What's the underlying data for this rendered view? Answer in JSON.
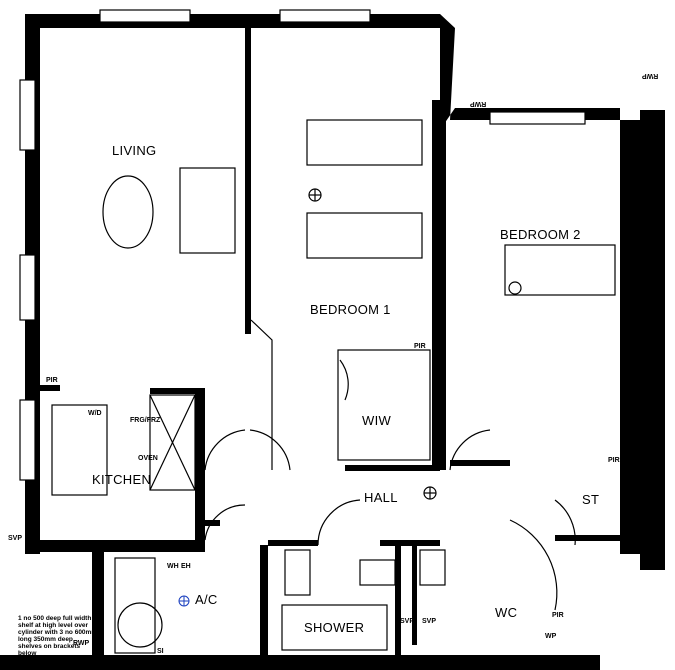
{
  "rooms": {
    "living": "LIVING",
    "bedroom1": "BEDROOM 1",
    "bedroom2": "BEDROOM 2",
    "wiw": "WIW",
    "kitchen": "KITCHEN",
    "hall": "HALL",
    "store": "ST",
    "airing_cupboard": "A/C",
    "shower": "SHOWER",
    "wc": "WC"
  },
  "annotations": {
    "pir": "PIR",
    "rwp": "RWP",
    "svp": "SVP",
    "wd": "W/D",
    "frg_frz": "FRG/FRZ",
    "oven": "OVEN",
    "wh": "WH",
    "eh": "EH",
    "si": "SI",
    "wp": "WP"
  },
  "note": "1 no 500 deep full width shelf at high level over cylinder with 3 no 600mm long 350mm deep shelves on brackets below",
  "colors": {
    "walls": "#000000",
    "accent": "#1a3fbf"
  }
}
